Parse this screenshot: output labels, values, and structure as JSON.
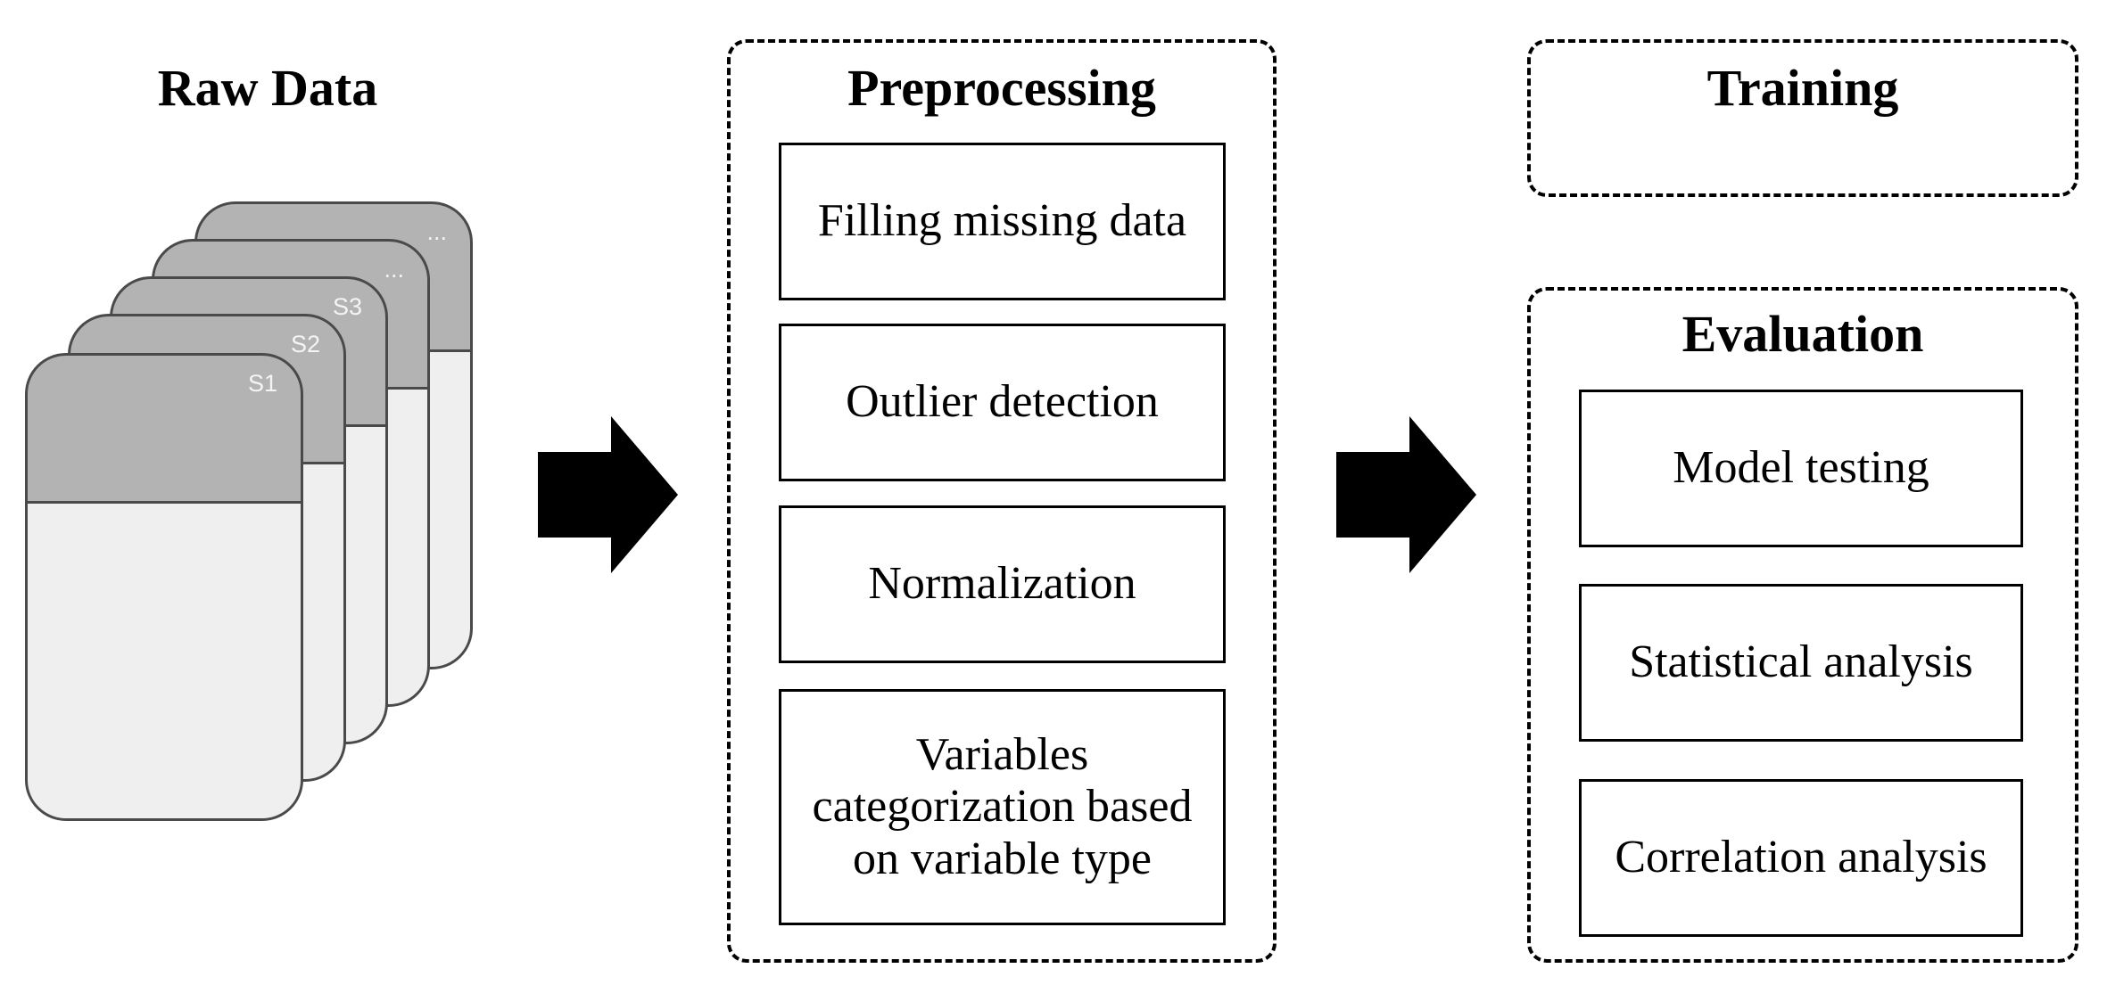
{
  "raw_data": {
    "title": "Raw Data",
    "cards": [
      "S1",
      "S2",
      "S3",
      "...",
      "..."
    ]
  },
  "preprocessing": {
    "title": "Preprocessing",
    "steps": [
      "Filling missing data",
      "Outlier detection",
      "Normalization",
      "Variables categorization based on variable type"
    ]
  },
  "training": {
    "title": "Training"
  },
  "evaluation": {
    "title": "Evaluation",
    "steps": [
      "Model testing",
      "Statistical analysis",
      "Correlation analysis"
    ]
  },
  "colors": {
    "card_header": "#b3b3b3",
    "card_body": "#efefef",
    "card_border": "#4a4a4a",
    "arrow": "#000000"
  }
}
